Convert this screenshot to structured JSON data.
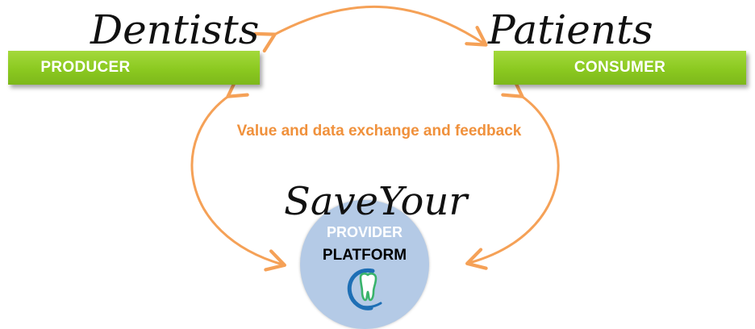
{
  "titles": {
    "dentists": "Dentists",
    "patients": "Patients",
    "saveyour": "SaveYour"
  },
  "boxes": {
    "producer": "PRODUCER",
    "consumer": "CONSUMER"
  },
  "exchange_label": "Value and data exchange and feedback",
  "platform": {
    "line1": "PROVIDER",
    "line2": "PLATFORM",
    "logo_icon": "tooth-hand-logo-icon"
  },
  "colors": {
    "arrow": "#f5a157",
    "label": "#f0913c",
    "box_green": "#8bc920",
    "circle": "#b4cae6"
  }
}
